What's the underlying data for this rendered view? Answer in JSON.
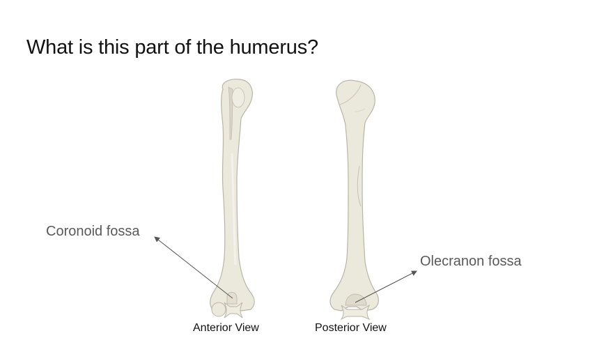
{
  "slide": {
    "title": "What is this part of the humerus?",
    "labels": {
      "coronoid": "Coronoid fossa",
      "olecranon": "Olecranon fossa"
    },
    "captions": {
      "anterior": "Anterior View",
      "posterior": "Posterior View"
    },
    "colors": {
      "bone_fill": "#ebe8dc",
      "bone_outline": "#b9b5a6",
      "bone_shade": "#d9d5c6",
      "label_text": "#595959",
      "arrow": "#555555"
    }
  }
}
